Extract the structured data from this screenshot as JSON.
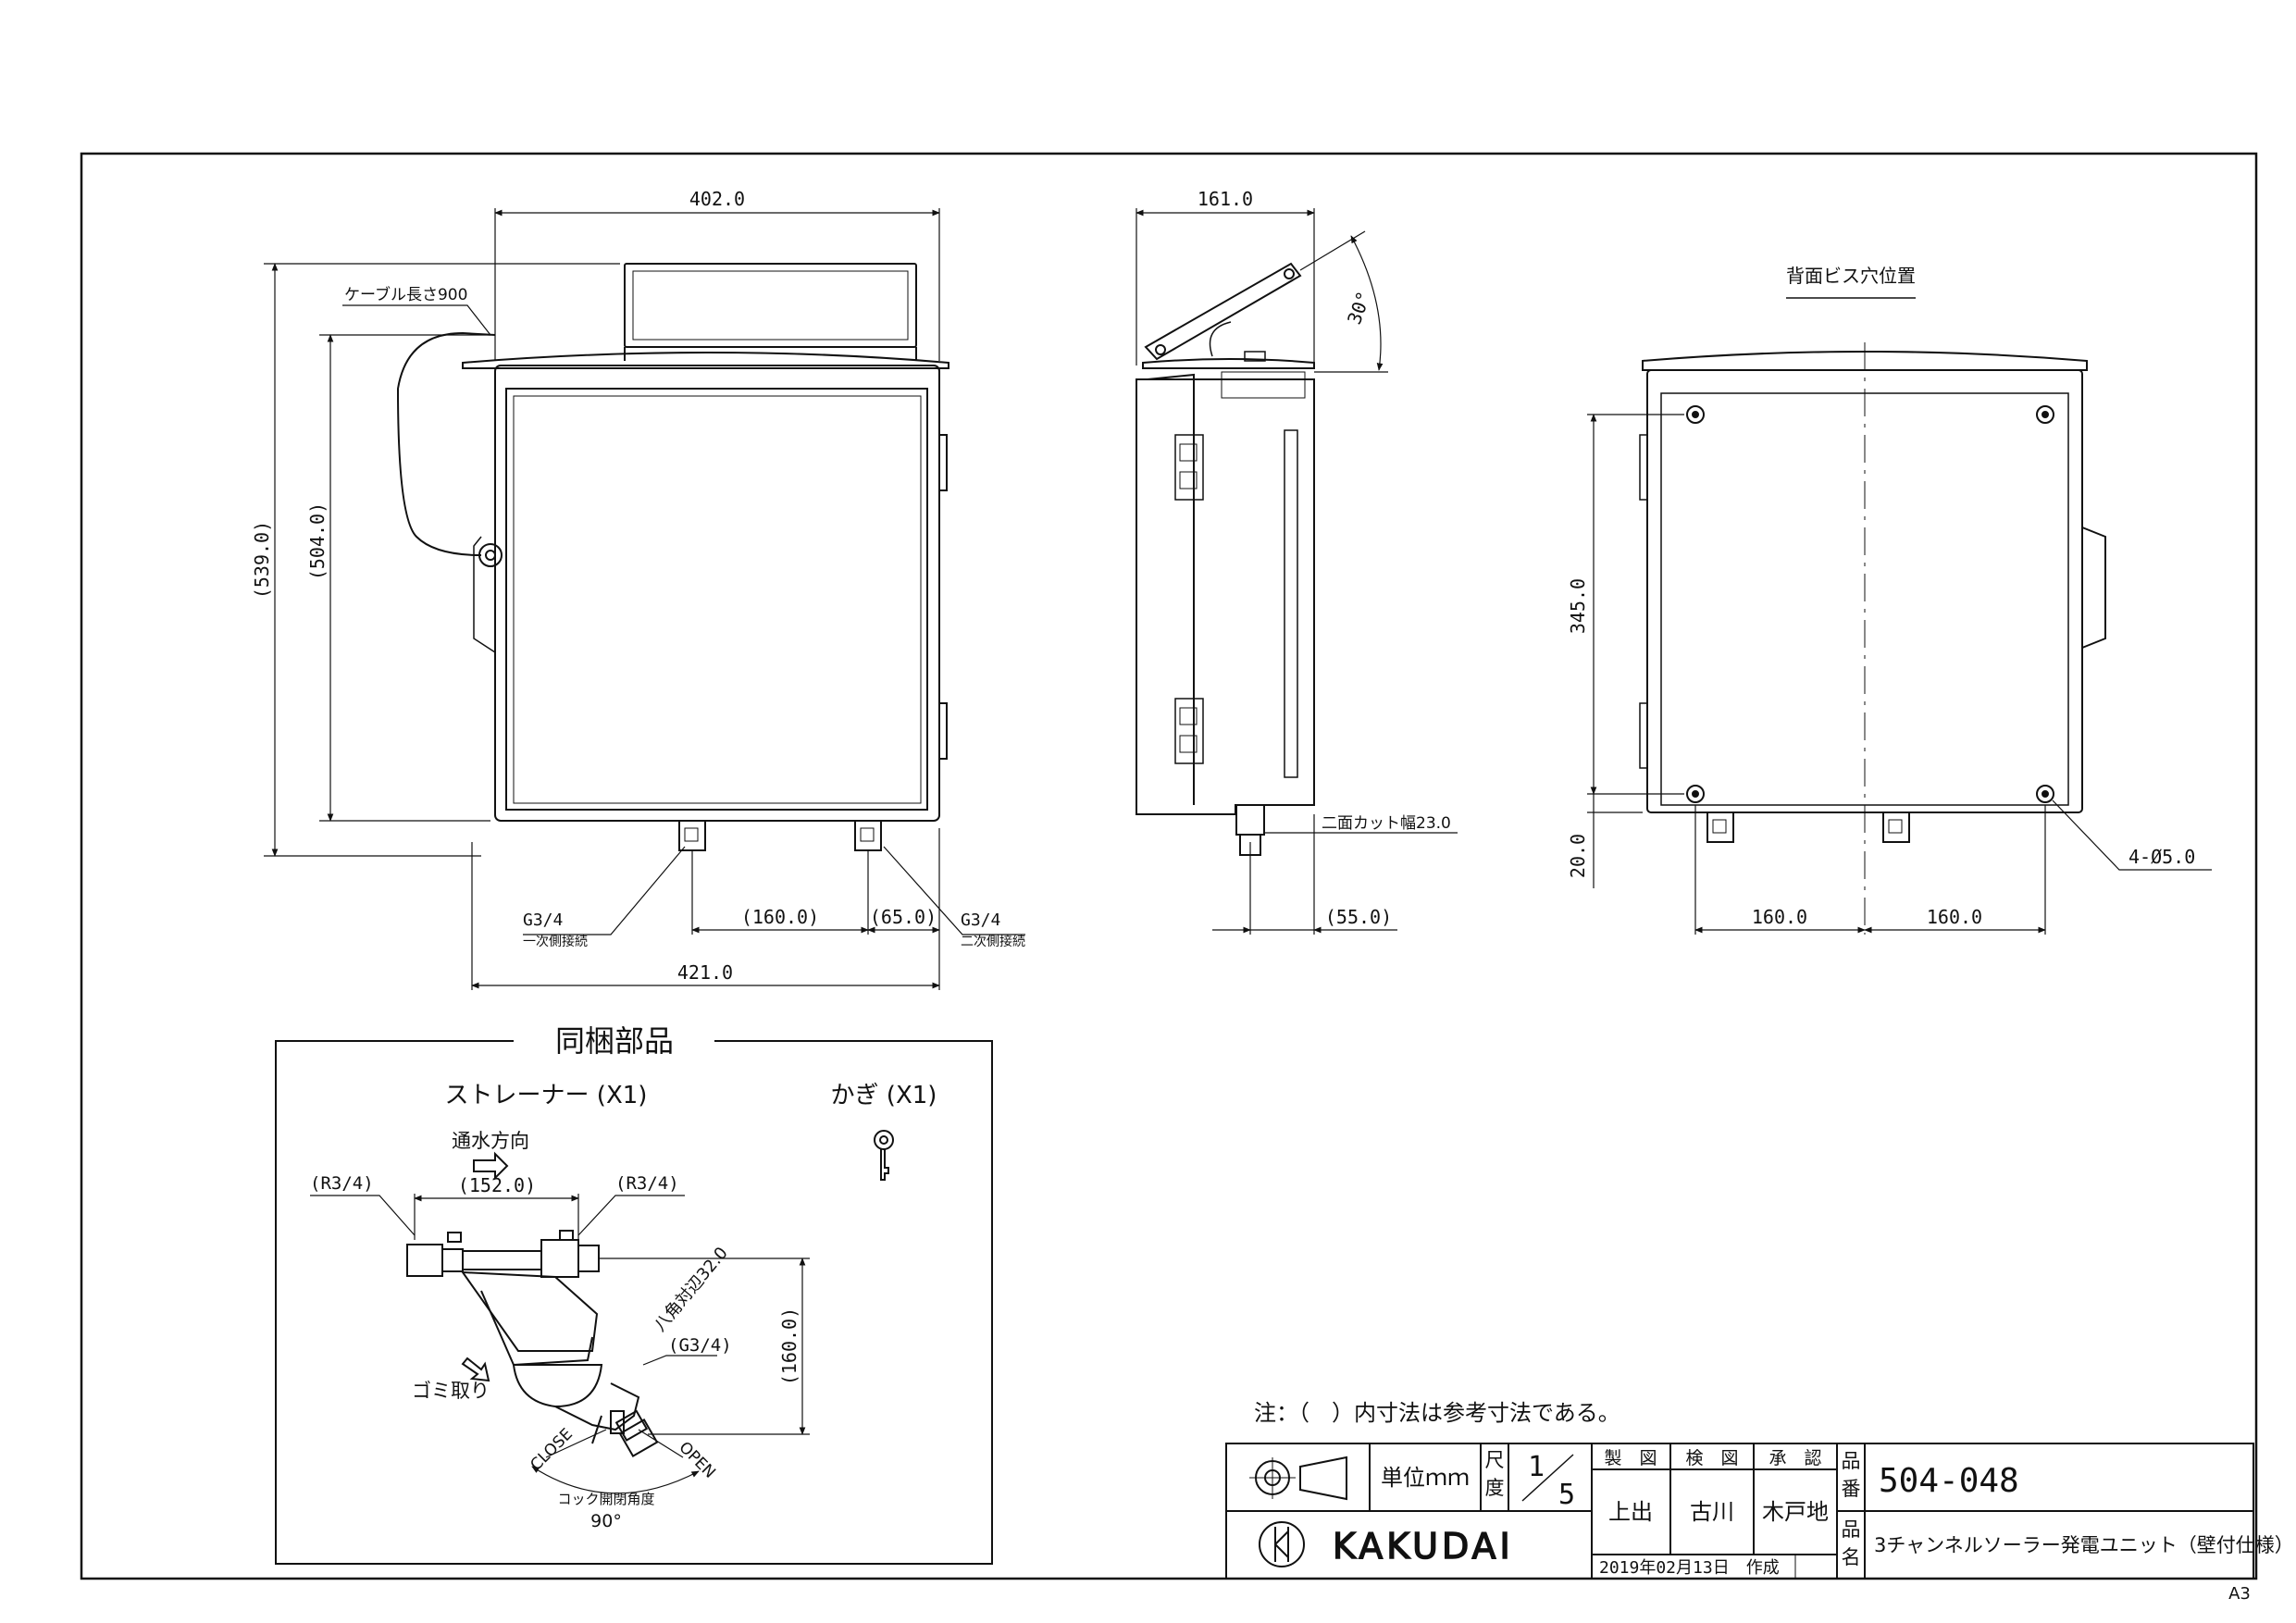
{
  "sheet_size": "A3",
  "front_view": {
    "width_top": "402.0",
    "cable_length": "ケーブル長さ900",
    "overall_height": "(539.0)",
    "body_height": "(504.0)",
    "inlet_thread": "G3/4",
    "inlet_label": "一次側接続",
    "outlet_thread": "G3/4",
    "outlet_label": "二次側接続",
    "pitch": "(160.0)",
    "offset": "(65.0)",
    "overall_width": "421.0"
  },
  "side_view": {
    "depth": "161.0",
    "tilt_angle": "30°",
    "hex_width": "二面カット幅23.0",
    "pipe_offset": "(55.0)"
  },
  "rear_view": {
    "title": "背面ビス穴位置",
    "hole_height": "345.0",
    "bottom_offset": "20.0",
    "hole_spec": "4-Ø5.0",
    "spacing_left": "160.0",
    "spacing_right": "160.0"
  },
  "parts_box": {
    "title": "同梱部品",
    "strainer": "ストレーナー (X1)",
    "key": "かぎ (X1)",
    "flow_direction": "通水方向",
    "thread_left": "(R3/4)",
    "thread_right": "(R3/4)",
    "length": "(152.0)",
    "height": "(160.0)",
    "hex_spec": "八角対辺32.0",
    "outlet_thread": "(G3/4)",
    "debris": "ゴミ取り",
    "close": "CLOSE",
    "open": "OPEN",
    "cock_angle_label": "コック開閉角度",
    "cock_angle": "90°"
  },
  "note": "注：（　）内寸法は参考寸法である。",
  "title_block": {
    "unit": "単位ｍｍ",
    "scale_label_1": "尺",
    "scale_label_2": "度",
    "scale_num": "1",
    "scale_den": "5",
    "made_label": "製　図",
    "checked_label": "検　図",
    "approved_label": "承　認",
    "made_by": "上出",
    "checked_by": "古川",
    "approved_by": "木戸地",
    "part_no_label_1": "品",
    "part_no_label_2": "番",
    "part_no": "504-048",
    "name_label_1": "品",
    "name_label_2": "名",
    "name": "3チャンネルソーラー発電ユニット（壁付仕様）",
    "date": "2019年02月13日　作成",
    "company": "KAKUDAI"
  }
}
